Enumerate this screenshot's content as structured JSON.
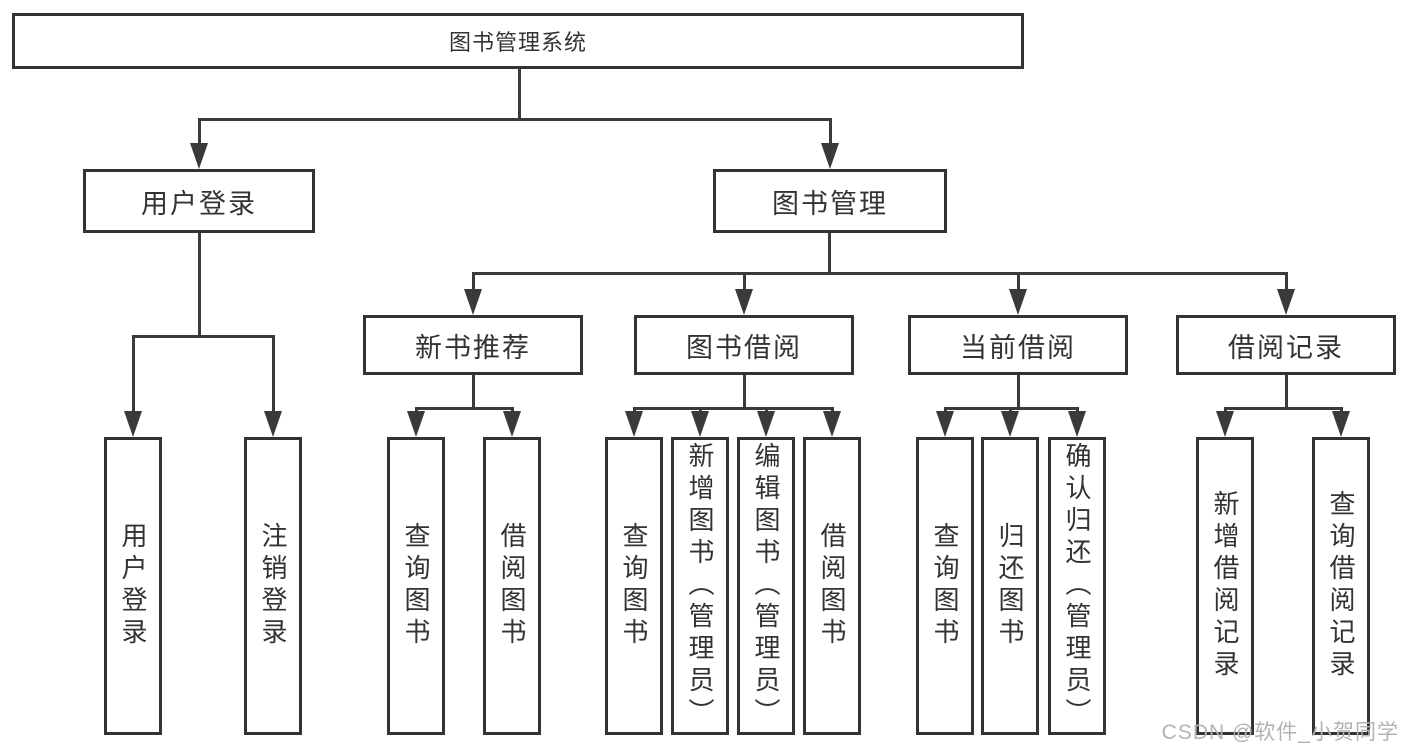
{
  "diagram": {
    "root": {
      "label": "图书管理系统"
    },
    "level2": [
      {
        "label": "用户登录"
      },
      {
        "label": "图书管理"
      }
    ],
    "level3": [
      {
        "label": "新书推荐"
      },
      {
        "label": "图书借阅"
      },
      {
        "label": "当前借阅"
      },
      {
        "label": "借阅记录"
      }
    ],
    "leaves": {
      "user_login": [
        {
          "label": "用户登录"
        },
        {
          "label": "注销登录"
        }
      ],
      "new_book": [
        {
          "label": "查询图书"
        },
        {
          "label": "借阅图书"
        }
      ],
      "book_borrow": [
        {
          "label": "查询图书"
        },
        {
          "label": "新增图书（管理员）"
        },
        {
          "label": "编辑图书（管理员）"
        },
        {
          "label": "借阅图书"
        }
      ],
      "current_borrow": [
        {
          "label": "查询图书"
        },
        {
          "label": "归还图书"
        },
        {
          "label": "确认归还（管理员）"
        }
      ],
      "borrow_record": [
        {
          "label": "新增借阅记录"
        },
        {
          "label": "查询借阅记录"
        }
      ]
    }
  },
  "watermark": {
    "text": "CSDN @软件_小贺同学"
  },
  "colors": {
    "line": "#3a3a3a",
    "border": "#333333",
    "text": "#333333",
    "watermark_text": "#b3b3b3",
    "background": "#ffffff"
  }
}
